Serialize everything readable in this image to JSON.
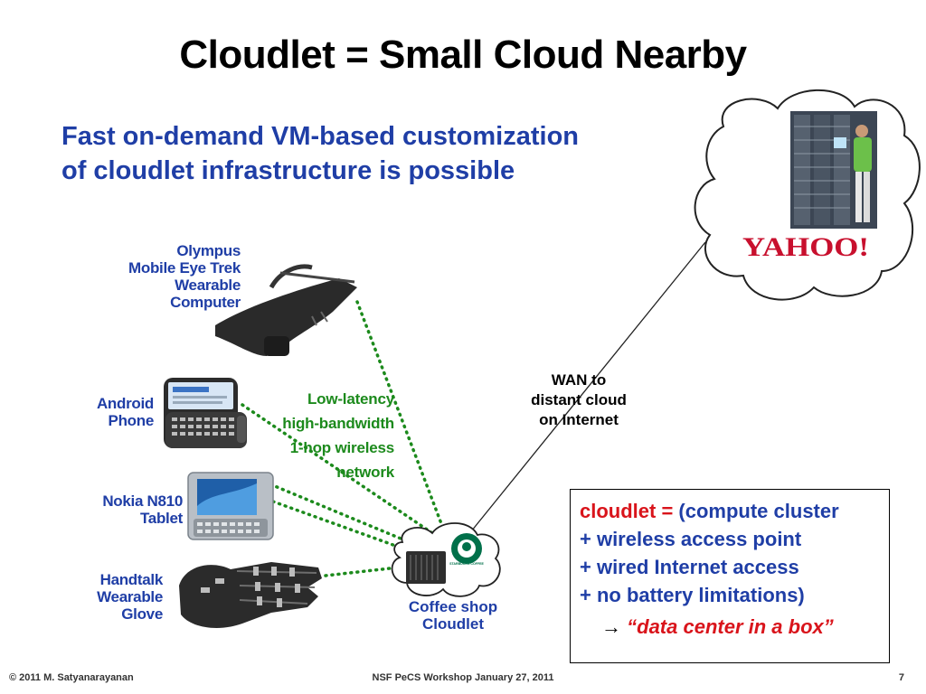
{
  "slide": {
    "title": "Cloudlet = Small Cloud Nearby",
    "subtitle_line1": "Fast on-demand VM-based customization",
    "subtitle_line2": "of cloudlet infrastructure is possible"
  },
  "devices": {
    "olympus": [
      "Olympus",
      "Mobile Eye Trek",
      "Wearable",
      "Computer"
    ],
    "android": [
      "Android",
      "Phone"
    ],
    "nokia": [
      "Nokia N810",
      "Tablet"
    ],
    "glove": [
      "Handtalk",
      "Wearable",
      "Glove"
    ]
  },
  "network_label": [
    "Low-latency",
    "high-bandwidth",
    "1-hop wireless",
    "network"
  ],
  "wan_label": [
    "WAN to",
    "distant cloud",
    "on Internet"
  ],
  "coffee_label": [
    "Coffee shop",
    "Cloudlet"
  ],
  "logos": {
    "yahoo": "YAHOO!",
    "starbucks": "STARBUCKS COFFEE"
  },
  "definition": {
    "term": "cloudlet =",
    "line1_rest": "(compute cluster",
    "line2": "+ wireless access point",
    "line3": "+ wired Internet access",
    "line4": "+ no battery limitations)",
    "arrow": "→",
    "quote": "“data center in a box”"
  },
  "footer": {
    "left": "© 2011  M. Satyanarayanan",
    "center": "NSF PeCS Workshop  January 27, 2011",
    "right": "7"
  },
  "colors": {
    "heading_blue": "#1f3ea6",
    "network_green": "#1c8a1c",
    "accent_red": "#d9141b",
    "yahoo_red": "#c8102e",
    "starbucks_green": "#00704a"
  }
}
